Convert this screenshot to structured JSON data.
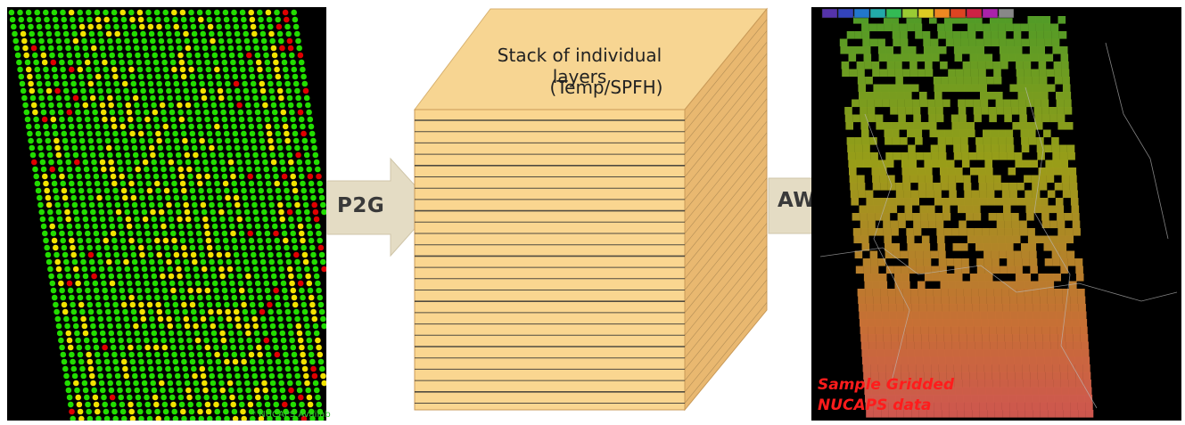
{
  "steps": {
    "p2g_label": "P2G",
    "awips_label": "AWIPS"
  },
  "cube": {
    "title": "Stack of individual layers",
    "subtitle": "(Temp/SPFH)"
  },
  "left_panel": {
    "legend": "* NUCAPS Availab",
    "colors": {
      "green": "#22dd00",
      "yellow": "#f2e200",
      "red": "#e00000",
      "background": "#000000"
    }
  },
  "right_panel": {
    "caption_line1": "Sample Gridded",
    "caption_line2": "NUCAPS data",
    "colors": {
      "north": "#5aa82a",
      "middle": "#a6aa1a",
      "south": "#d8783a",
      "far_south": "#e05a5a"
    }
  },
  "cube_colors": {
    "front": "#fad690",
    "top": "#f7d592",
    "side": "#e9b870",
    "stripe": "#333333"
  },
  "arrow_color": "#e4dcc4"
}
